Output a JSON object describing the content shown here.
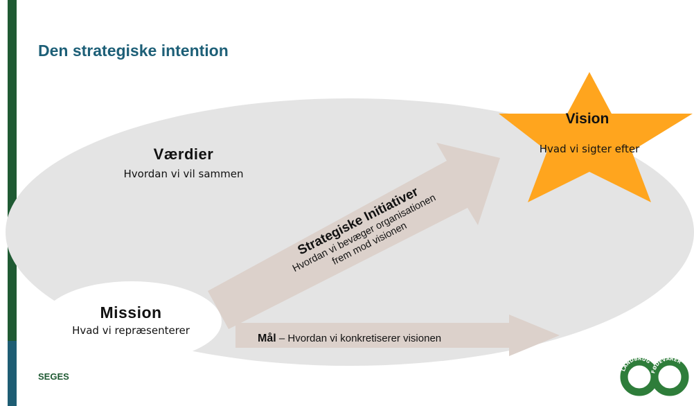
{
  "slide": {
    "title": "Den strategiske intention"
  },
  "diagram": {
    "vaerdier": {
      "title": "Værdier",
      "subtitle": "Hvordan vi vil sammen"
    },
    "vision": {
      "title": "Vision",
      "subtitle": "Hvad vi sigter efter",
      "star_color": "#ffa51e"
    },
    "strategiske_initiativer": {
      "title": "Strategiske Initiativer",
      "subtitle_line1": "Hvordan vi bevæger organisationen",
      "subtitle_line2": "frem mod visionen"
    },
    "mission": {
      "title": "Mission",
      "subtitle": "Hvad vi repræsenterer"
    },
    "maal": {
      "title": "Mål",
      "separator": "–",
      "subtitle": "Hvordan vi konkretiserer visionen"
    }
  },
  "footer": {
    "brand": "SEGES",
    "logo_text_left": "LANDBRUG",
    "logo_text_right": "FØDEVARER"
  },
  "colors": {
    "sidebar_top": "#1f5a33",
    "sidebar_bottom": "#1e5d73",
    "title": "#1d5f77",
    "ellipse": "#e4e4e4",
    "arrow": "#dcd1cb"
  }
}
